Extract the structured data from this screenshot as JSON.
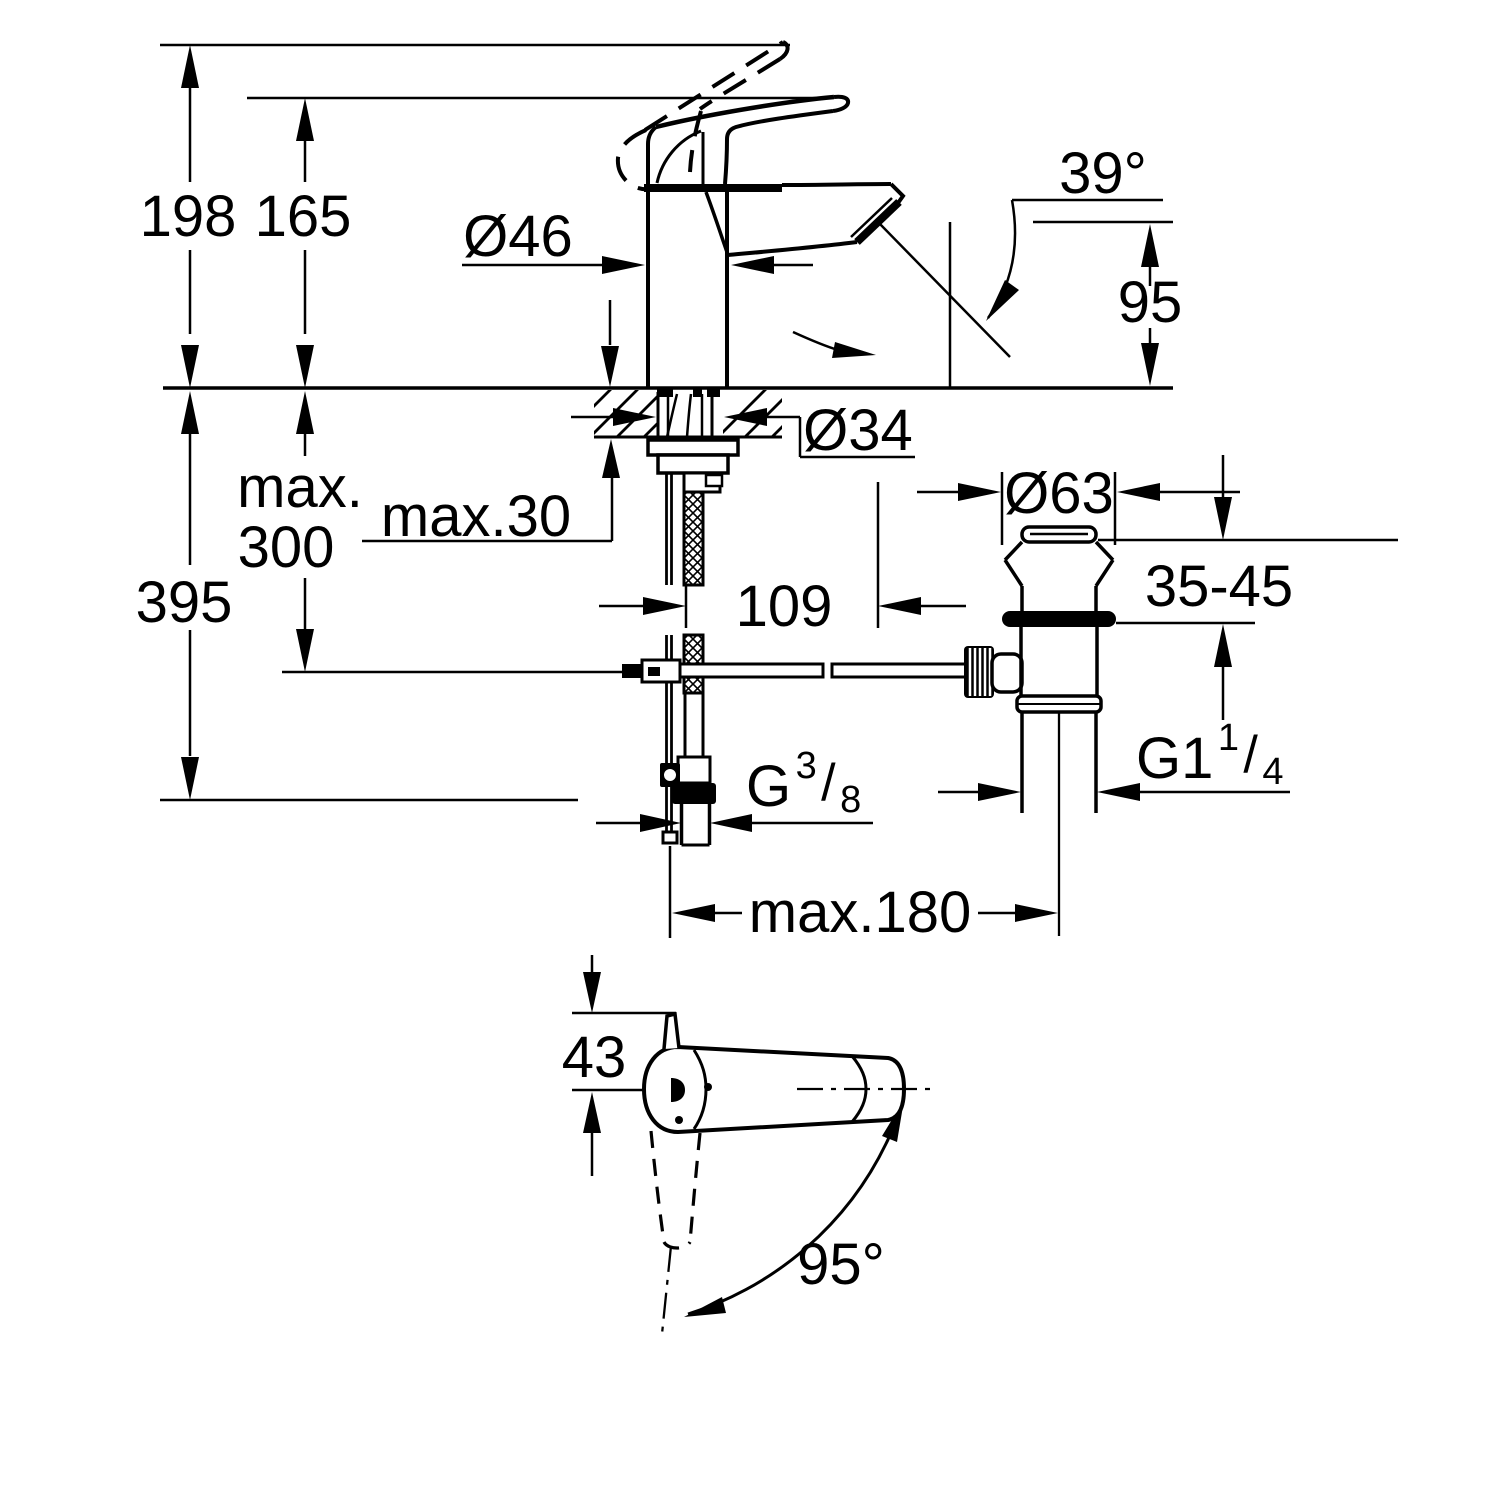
{
  "colors": {
    "background": "#ffffff",
    "ink": "#000000"
  },
  "labels": {
    "dim_198": "198",
    "dim_165": "165",
    "dia_46": "Ø46",
    "angle_39": "39°",
    "dim_95": "95",
    "max_word": "max.",
    "max_300": "300",
    "max_30": "max.30",
    "dim_395": "395",
    "dia_34": "Ø34",
    "dia_63": "Ø63",
    "dim_109": "109",
    "dim_35_45": "35-45",
    "thread_g114_base": "G1",
    "thread_g114_sup": "1",
    "thread_g114_slash": "/",
    "thread_g114_sub": "4",
    "thread_g38_base": "G",
    "thread_g38_sup": "3",
    "thread_g38_slash": "/",
    "thread_g38_sub": "8",
    "max_180": "max.180",
    "dim_43": "43",
    "angle_95": "95°"
  }
}
